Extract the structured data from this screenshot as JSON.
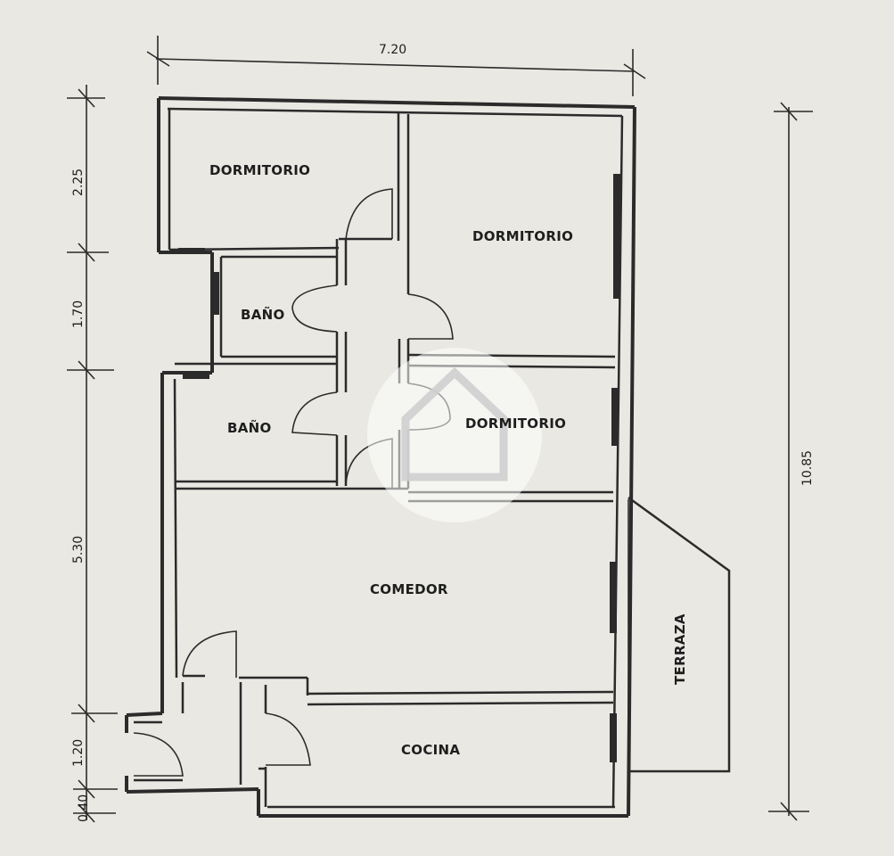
{
  "rooms": {
    "dorm_1": "DORMITORIO",
    "dorm_2": "DORMITORIO",
    "dorm_3": "DORMITORIO",
    "bano_1": "BAÑO",
    "bano_2": "BAÑO",
    "comedor": "COMEDOR",
    "cocina": "COCINA",
    "terraza": "TERRAZA"
  },
  "dimensions": {
    "width_top": "7.20",
    "height_right": "10.85",
    "left_2_25": "2.25",
    "left_1_70": "1.70",
    "left_5_30": "5.30",
    "left_1_20": "1.20",
    "left_0_40": "0.40"
  },
  "watermark": {
    "icon": "house-logo-icon"
  }
}
